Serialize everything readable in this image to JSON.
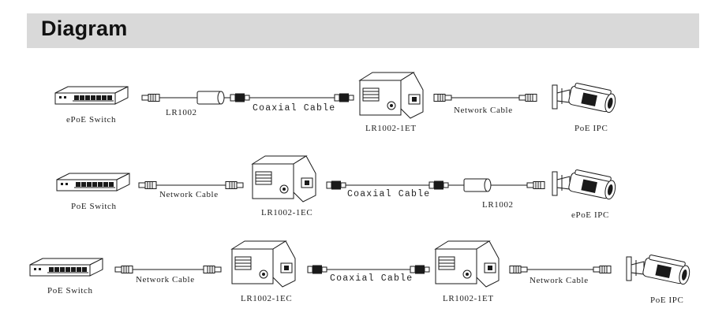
{
  "header": {
    "title": "Diagram"
  },
  "rows": [
    {
      "switch_label": "ePoE  Switch",
      "lr1002_label": "LR1002",
      "coax_label": "Coaxial  Cable",
      "device_label": "LR1002-1ET",
      "net_label": "Network  Cable",
      "camera_label": "PoE  IPC"
    },
    {
      "switch_label": "PoE  Switch",
      "net_label": "Network  Cable",
      "device_label": "LR1002-1EC",
      "coax_label": "Coaxial  Cable",
      "lr1002_label": "LR1002",
      "camera_label": "ePoE  IPC"
    },
    {
      "switch_label": "PoE  Switch",
      "net_label_1": "Network  Cable",
      "device_label_1": "LR1002-1EC",
      "coax_label": "Coaxial  Cable",
      "device_label_2": "LR1002-1ET",
      "net_label_2": "Network  Cable",
      "camera_label": "PoE  IPC"
    }
  ],
  "icons": [
    "switch-icon",
    "rj45-connector-icon",
    "lr1002-adapter-icon",
    "bnc-connector-icon",
    "extender-box-icon",
    "bullet-camera-icon"
  ]
}
